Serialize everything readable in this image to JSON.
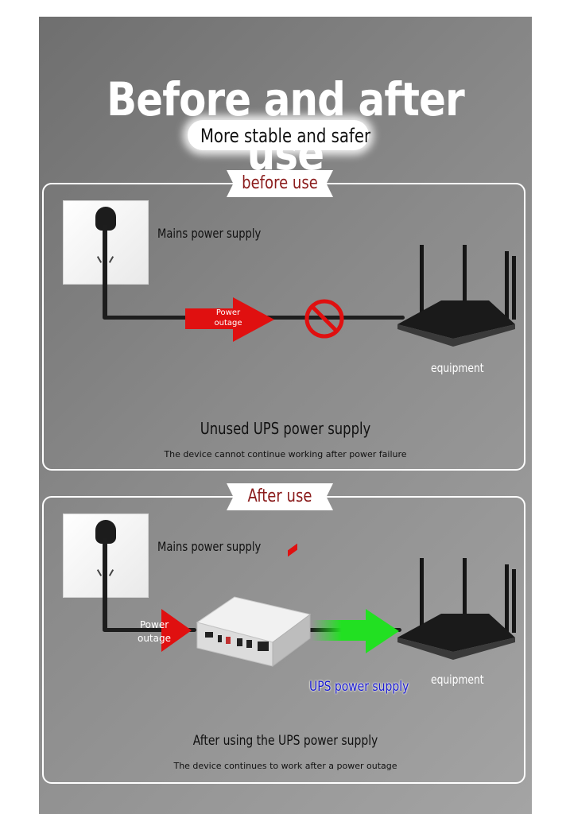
{
  "header": {
    "title": "Before and after use",
    "subtitle": "More stable and safer"
  },
  "before": {
    "tab_label": "before use",
    "source_label": "Mains power supply",
    "outage_label_line1": "Power",
    "outage_label_line2": "outage",
    "device_label": "equipment",
    "caption_title": "Unused UPS power supply",
    "caption_text": "The device cannot continue working after power failure"
  },
  "after": {
    "tab_label": "After use",
    "source_label": "Mains power supply",
    "outage_label_line1": "Power",
    "outage_label_line2": "outage",
    "ups_label": "UPS power supply",
    "device_label": "equipment",
    "caption_title": "After using the UPS power supply",
    "caption_text": "The device continues to work after a power outage"
  },
  "colors": {
    "accent_red": "#e01010",
    "accent_green": "#22e022",
    "tab_text": "#8b1c1c",
    "ups_text": "#1b1bd0"
  },
  "icons": {
    "socket": "wall-socket-icon",
    "prohibited": "no-entry-icon",
    "router": "router-icon",
    "ups": "ups-box-icon"
  }
}
